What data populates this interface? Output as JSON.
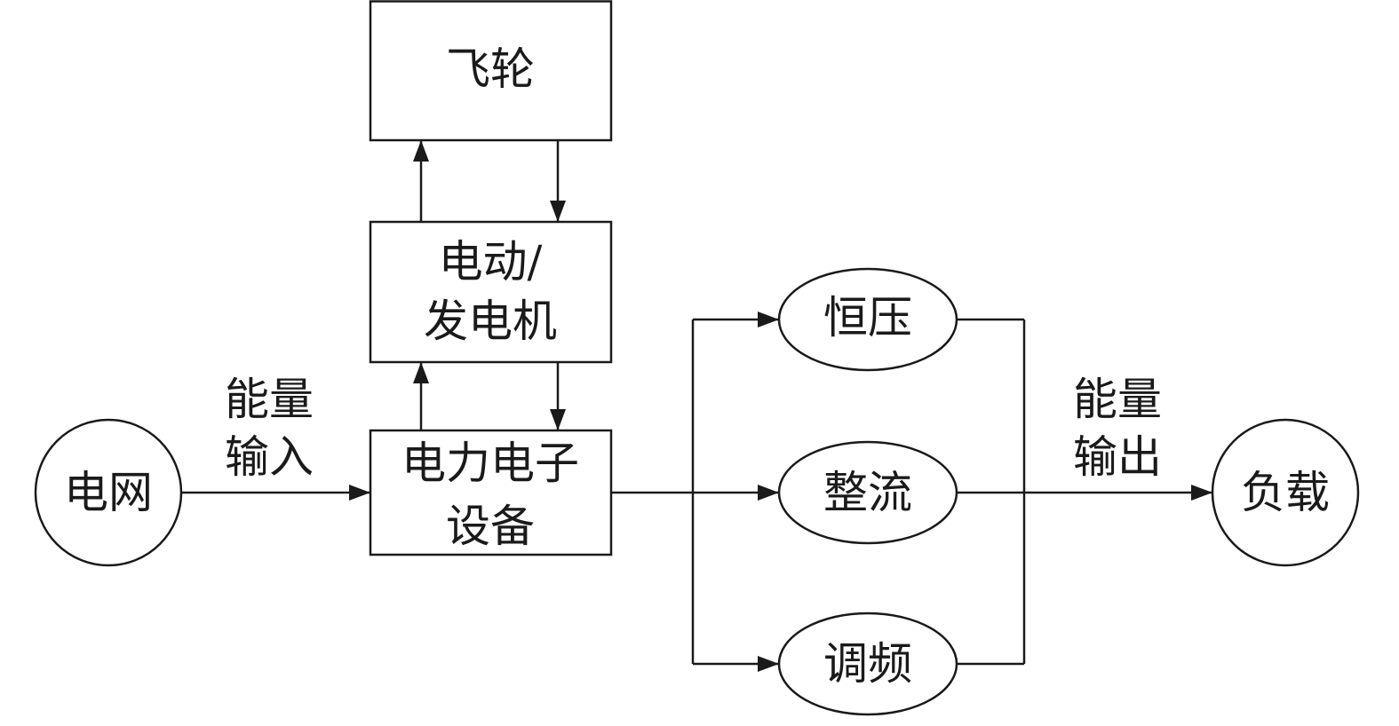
{
  "nodes": {
    "flywheel": "飞轮",
    "motor_generator": {
      "line1": "电动/",
      "line2": "发电机"
    },
    "power_electronics": {
      "line1": "电力电子",
      "line2": "设备"
    },
    "grid": "电网",
    "load": "负载",
    "constant_voltage": "恒压",
    "rectification": "整流",
    "frequency_modulation": "调频"
  },
  "labels": {
    "energy_input": {
      "line1": "能量",
      "line2": "输入"
    },
    "energy_output": {
      "line1": "能量",
      "line2": "输出"
    }
  }
}
